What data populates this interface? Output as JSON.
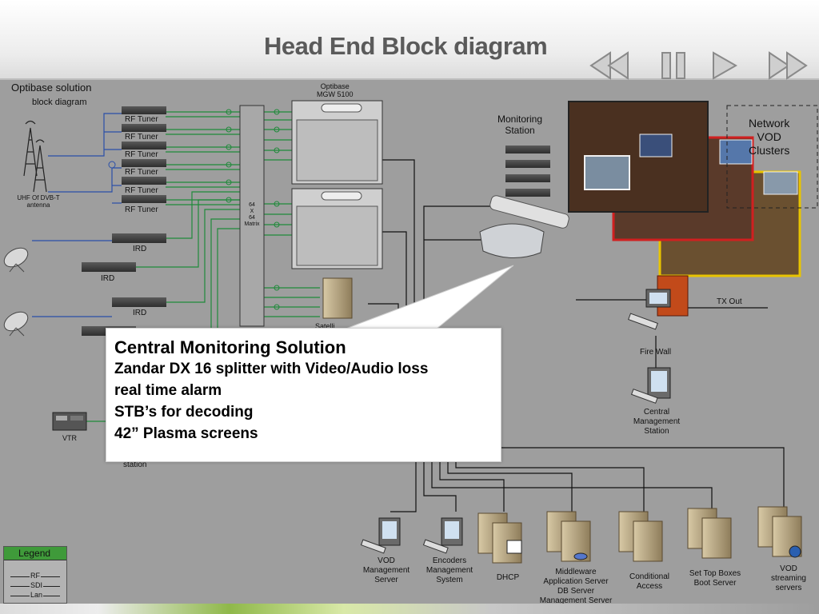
{
  "title": "Head End Block diagram",
  "nav": [
    "rewind-icon",
    "pause-icon",
    "play-icon",
    "fast-forward-icon"
  ],
  "labels": {
    "optibase_solution": "Optibase solution",
    "block_diagram": "block diagram",
    "rf_tuner": "RF Tuner",
    "uhf_antenna": "UHF Of DVB-T\nantenna",
    "ird": "IRD",
    "optibase_mgw_top": "Optibase\nMGW 5100",
    "matrix": "64\nX\n64\nMatrix",
    "satellite": "Satelli",
    "monitoring_station": "Monitoring\nStation",
    "network_vod_clusters": "Network\nVOD\nClusters",
    "tx_out": "TX Out",
    "fire_wall": "Fire Wall",
    "central_management_station": "Central\nManagement\nStation",
    "vtr": "VTR",
    "station": "station",
    "vod_management_server": "VOD\nManagement\nServer",
    "encoders_management_system": "Encoders\nManagement\nSystem",
    "dhcp": "DHCP",
    "middleware": "Middleware\nApplication Server\nDB Server\nManagement Server",
    "conditional_access": "Conditional\nAccess",
    "stb_boot_server": "Set Top Boxes\nBoot Server",
    "vod_streaming_servers": "VOD\nstreaming\nservers"
  },
  "callout": {
    "title": "Central Monitoring Solution",
    "lines": [
      "Zandar DX 16 splitter with Video/Audio loss",
      "real time alarm",
      "STB’s for decoding",
      "42” Plasma screens"
    ]
  },
  "legend": {
    "title": "Legend",
    "rf": "RF",
    "sdi": "SDI",
    "lan": "Lan"
  },
  "colors": {
    "sdi_line": "#1f8a3a",
    "rf_line": "#2a4fa8",
    "lan_line": "#111111",
    "plasma_border": "#d02020",
    "plasma_border2": "#e8c400"
  }
}
